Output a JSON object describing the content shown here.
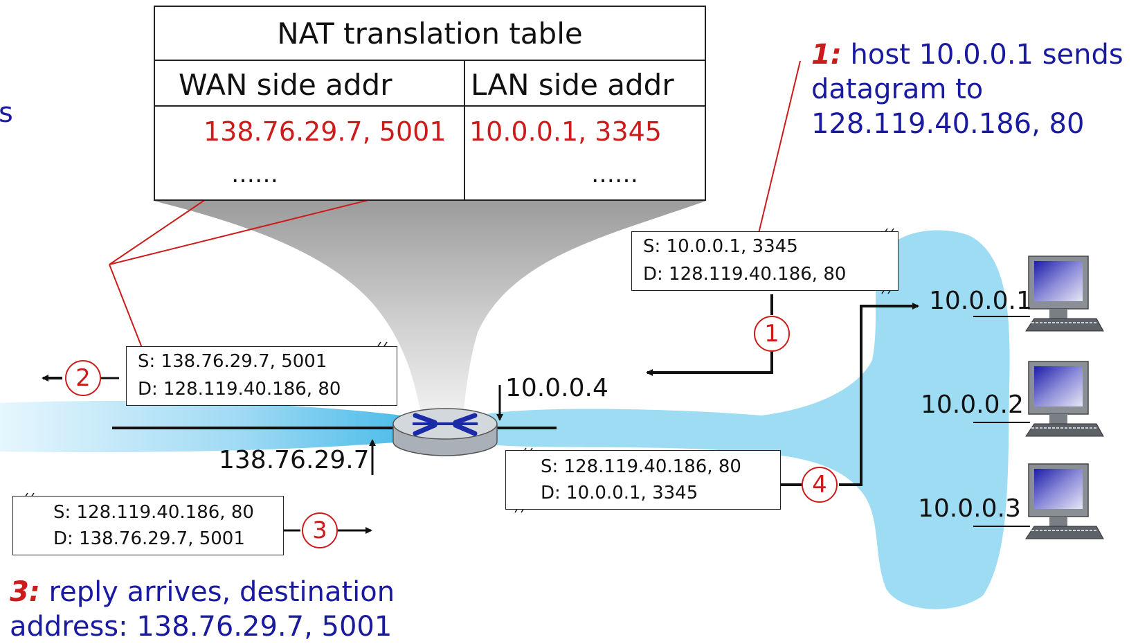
{
  "nat_table": {
    "title": "NAT translation table",
    "wan_header": "WAN side addr",
    "lan_header": "LAN side addr",
    "wan_entry": "138.76.29.7, 5001",
    "lan_entry": "10.0.0.1, 3345",
    "wan_more": "……",
    "lan_more": "……"
  },
  "packets": {
    "p1": {
      "src": "S: 10.0.0.1, 3345",
      "dst": "D: 128.119.40.186, 80"
    },
    "p2": {
      "src": "S: 138.76.29.7, 5001",
      "dst": "D: 128.119.40.186, 80"
    },
    "p3": {
      "src": "S: 128.119.40.186, 80",
      "dst": "D: 138.76.29.7, 5001"
    },
    "p4": {
      "src": "S: 128.119.40.186, 80",
      "dst": "D: 10.0.0.1, 3345"
    }
  },
  "steps": {
    "s1": "1",
    "s2": "2",
    "s3": "3",
    "s4": "4"
  },
  "addresses": {
    "router_lan": "10.0.0.4",
    "router_wan": "138.76.29.7",
    "host1": "10.0.0.1",
    "host2": "10.0.0.2",
    "host3": "10.0.0.3"
  },
  "captions": {
    "c1_num": "1:",
    "c1_line1": "host 10.0.0.1 sends",
    "c1_line2": "datagram to",
    "c1_line3": "128.119.40.186, 80",
    "c3_num": "3:",
    "c3_line1": "reply arrives, destination",
    "c3_line2": "address: 138.76.29.7, 5001",
    "cut_text": "s"
  },
  "colors": {
    "red": "#cc1b1b",
    "blue_text": "#1a1aa0",
    "lan_fill": "#9ddcf3",
    "wan_fill": "#5cc3ee"
  }
}
